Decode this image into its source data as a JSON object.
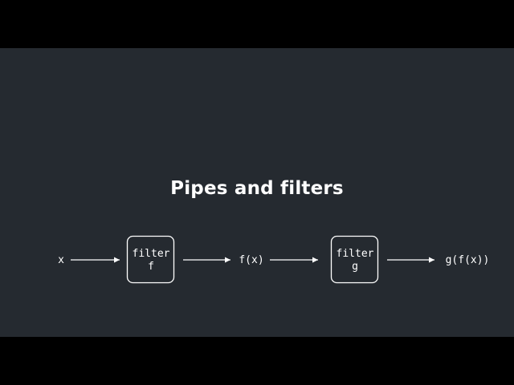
{
  "slide": {
    "title": "Pipes and filters"
  },
  "colors": {
    "background": "#000000",
    "slide_background": "#252a30",
    "foreground": "#ffffff"
  },
  "diagram": {
    "input_label": "x",
    "filter1": {
      "line1": "filter",
      "line2": "f"
    },
    "intermediate_label": "f(x)",
    "filter2": {
      "line1": "filter",
      "line2": "g"
    },
    "output_label": "g(f(x))"
  }
}
